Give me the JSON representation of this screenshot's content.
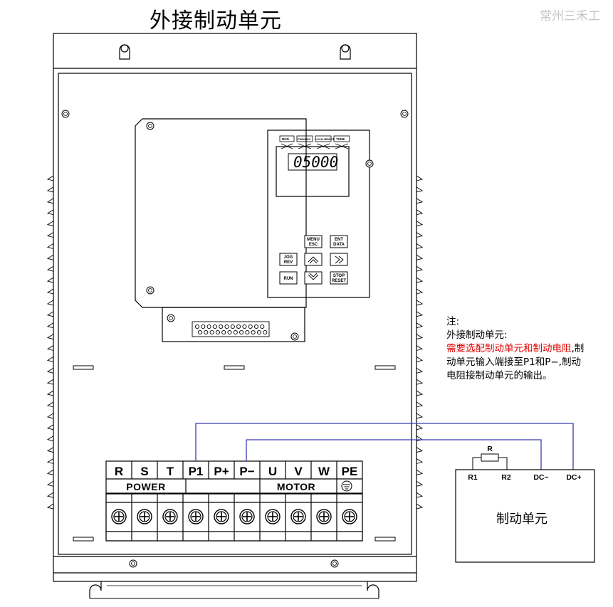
{
  "title": "外接制动单元",
  "watermark": "常州三禾工",
  "keypad": {
    "indicators": [
      "RUN",
      "FWD/REV",
      "LOCAL/REMOTE",
      "TUNE"
    ],
    "display": "05000",
    "keys": {
      "menu": [
        "MENU",
        "ESC"
      ],
      "ent": [
        "ENT",
        "DATA"
      ],
      "jog": [
        "JOG",
        "REV"
      ],
      "run": "RUN",
      "stop": [
        "STOP",
        "RESET"
      ]
    }
  },
  "terminals": {
    "labels": [
      "R",
      "S",
      "T",
      "P1",
      "P+",
      "P−",
      "U",
      "V",
      "W",
      "PE"
    ],
    "power_label": "POWER",
    "motor_label": "MOTOR"
  },
  "brake_unit": {
    "name": "制动单元",
    "terminals": [
      "R1",
      "R2",
      "DC−",
      "DC+"
    ],
    "resistor_label": "R"
  },
  "note": {
    "heading": "注:",
    "line1": "外接制动单元:",
    "highlight": "需要选配制动单元和制动电阻",
    "rest": ",制动单元输入端接至P1和P−,制动电阻接制动单元的输出。"
  },
  "colors": {
    "wire": "#3a3ab8",
    "highlight": "#e00000",
    "watermark": "#c4c4c4"
  }
}
